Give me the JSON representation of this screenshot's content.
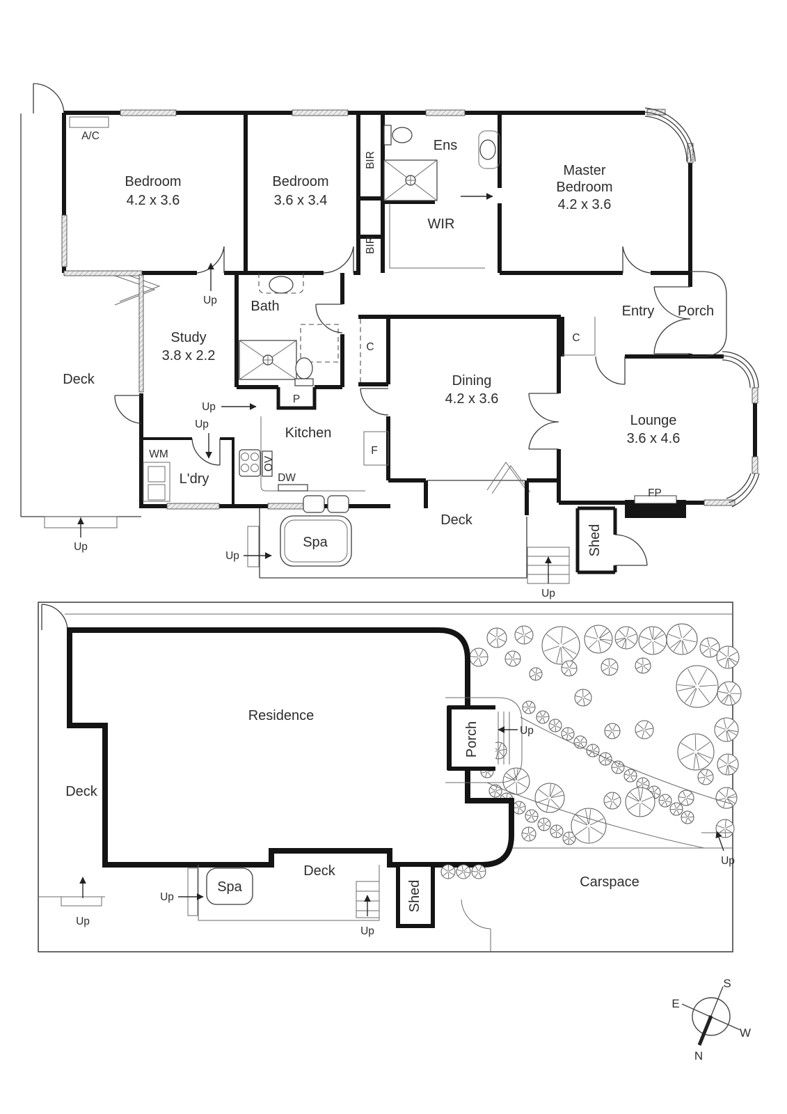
{
  "floorplan": {
    "bedroom1": {
      "name": "Bedroom",
      "dims": "4.2 x 3.6"
    },
    "bedroom2": {
      "name": "Bedroom",
      "dims": "3.6 x 3.4"
    },
    "master": {
      "line1": "Master",
      "line2": "Bedroom",
      "dims": "4.2 x 3.6"
    },
    "study": {
      "name": "Study",
      "dims": "3.8 x 2.2"
    },
    "dining": {
      "name": "Dining",
      "dims": "4.2 x 3.6"
    },
    "lounge": {
      "name": "Lounge",
      "dims": "3.6 x 4.6"
    },
    "ens": "Ens",
    "wir": "WIR",
    "bath": "Bath",
    "kitchen": "Kitchen",
    "ldry": "L'dry",
    "entry": "Entry",
    "porch": "Porch",
    "deck": "Deck",
    "spa": "Spa",
    "shed": "Shed",
    "small": {
      "ac": "A/C",
      "bir": "BIR",
      "wm": "WM",
      "ov": "OV",
      "dw": "DW",
      "f": "F",
      "c": "C",
      "p": "P",
      "fp": "FP",
      "up": "Up"
    }
  },
  "siteplan": {
    "residence": "Residence",
    "porch": "Porch",
    "deck": "Deck",
    "spa": "Spa",
    "shed": "Shed",
    "carspace": "Carspace",
    "up": "Up"
  },
  "compass": {
    "n": "N",
    "s": "S",
    "e": "E",
    "w": "W"
  }
}
